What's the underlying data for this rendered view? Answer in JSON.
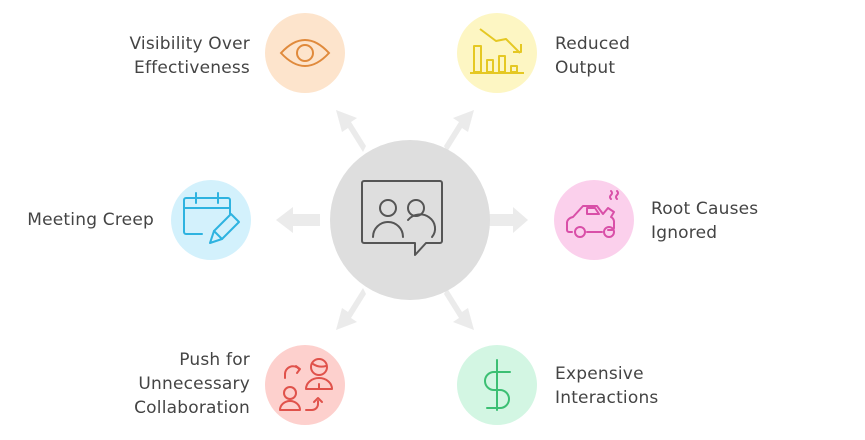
{
  "diagram": {
    "center": {
      "icon": "group-chat-icon",
      "fill": "#dedede",
      "stroke": "#555555"
    },
    "arrow_color": "#ebebeb",
    "nodes": [
      {
        "id": "visibility",
        "icon": "eye-icon",
        "fill": "#fde4cc",
        "stroke": "#e08a3c",
        "label_lines": [
          "Visibility Over",
          "Effectiveness"
        ]
      },
      {
        "id": "reduced-output",
        "icon": "declining-bar-chart-icon",
        "fill": "#fdf6c3",
        "stroke": "#e5c823",
        "label_lines": [
          "Reduced",
          "Output"
        ]
      },
      {
        "id": "meeting-creep",
        "icon": "calendar-edit-icon",
        "fill": "#d3f1fc",
        "stroke": "#2eb3e0",
        "label_lines": [
          "Meeting Creep"
        ]
      },
      {
        "id": "root-causes",
        "icon": "broken-car-icon",
        "fill": "#fbd0ec",
        "stroke": "#d94fa8",
        "label_lines": [
          "Root Causes",
          "Ignored"
        ]
      },
      {
        "id": "collaboration",
        "icon": "people-exchange-icon",
        "fill": "#fdd0cd",
        "stroke": "#e0524b",
        "label_lines": [
          "Push for",
          "Unnecessary",
          "Collaboration"
        ]
      },
      {
        "id": "expensive",
        "icon": "dollar-icon",
        "fill": "#d3f6e3",
        "stroke": "#3cbf73",
        "label_lines": [
          "Expensive",
          "Interactions"
        ]
      }
    ]
  }
}
